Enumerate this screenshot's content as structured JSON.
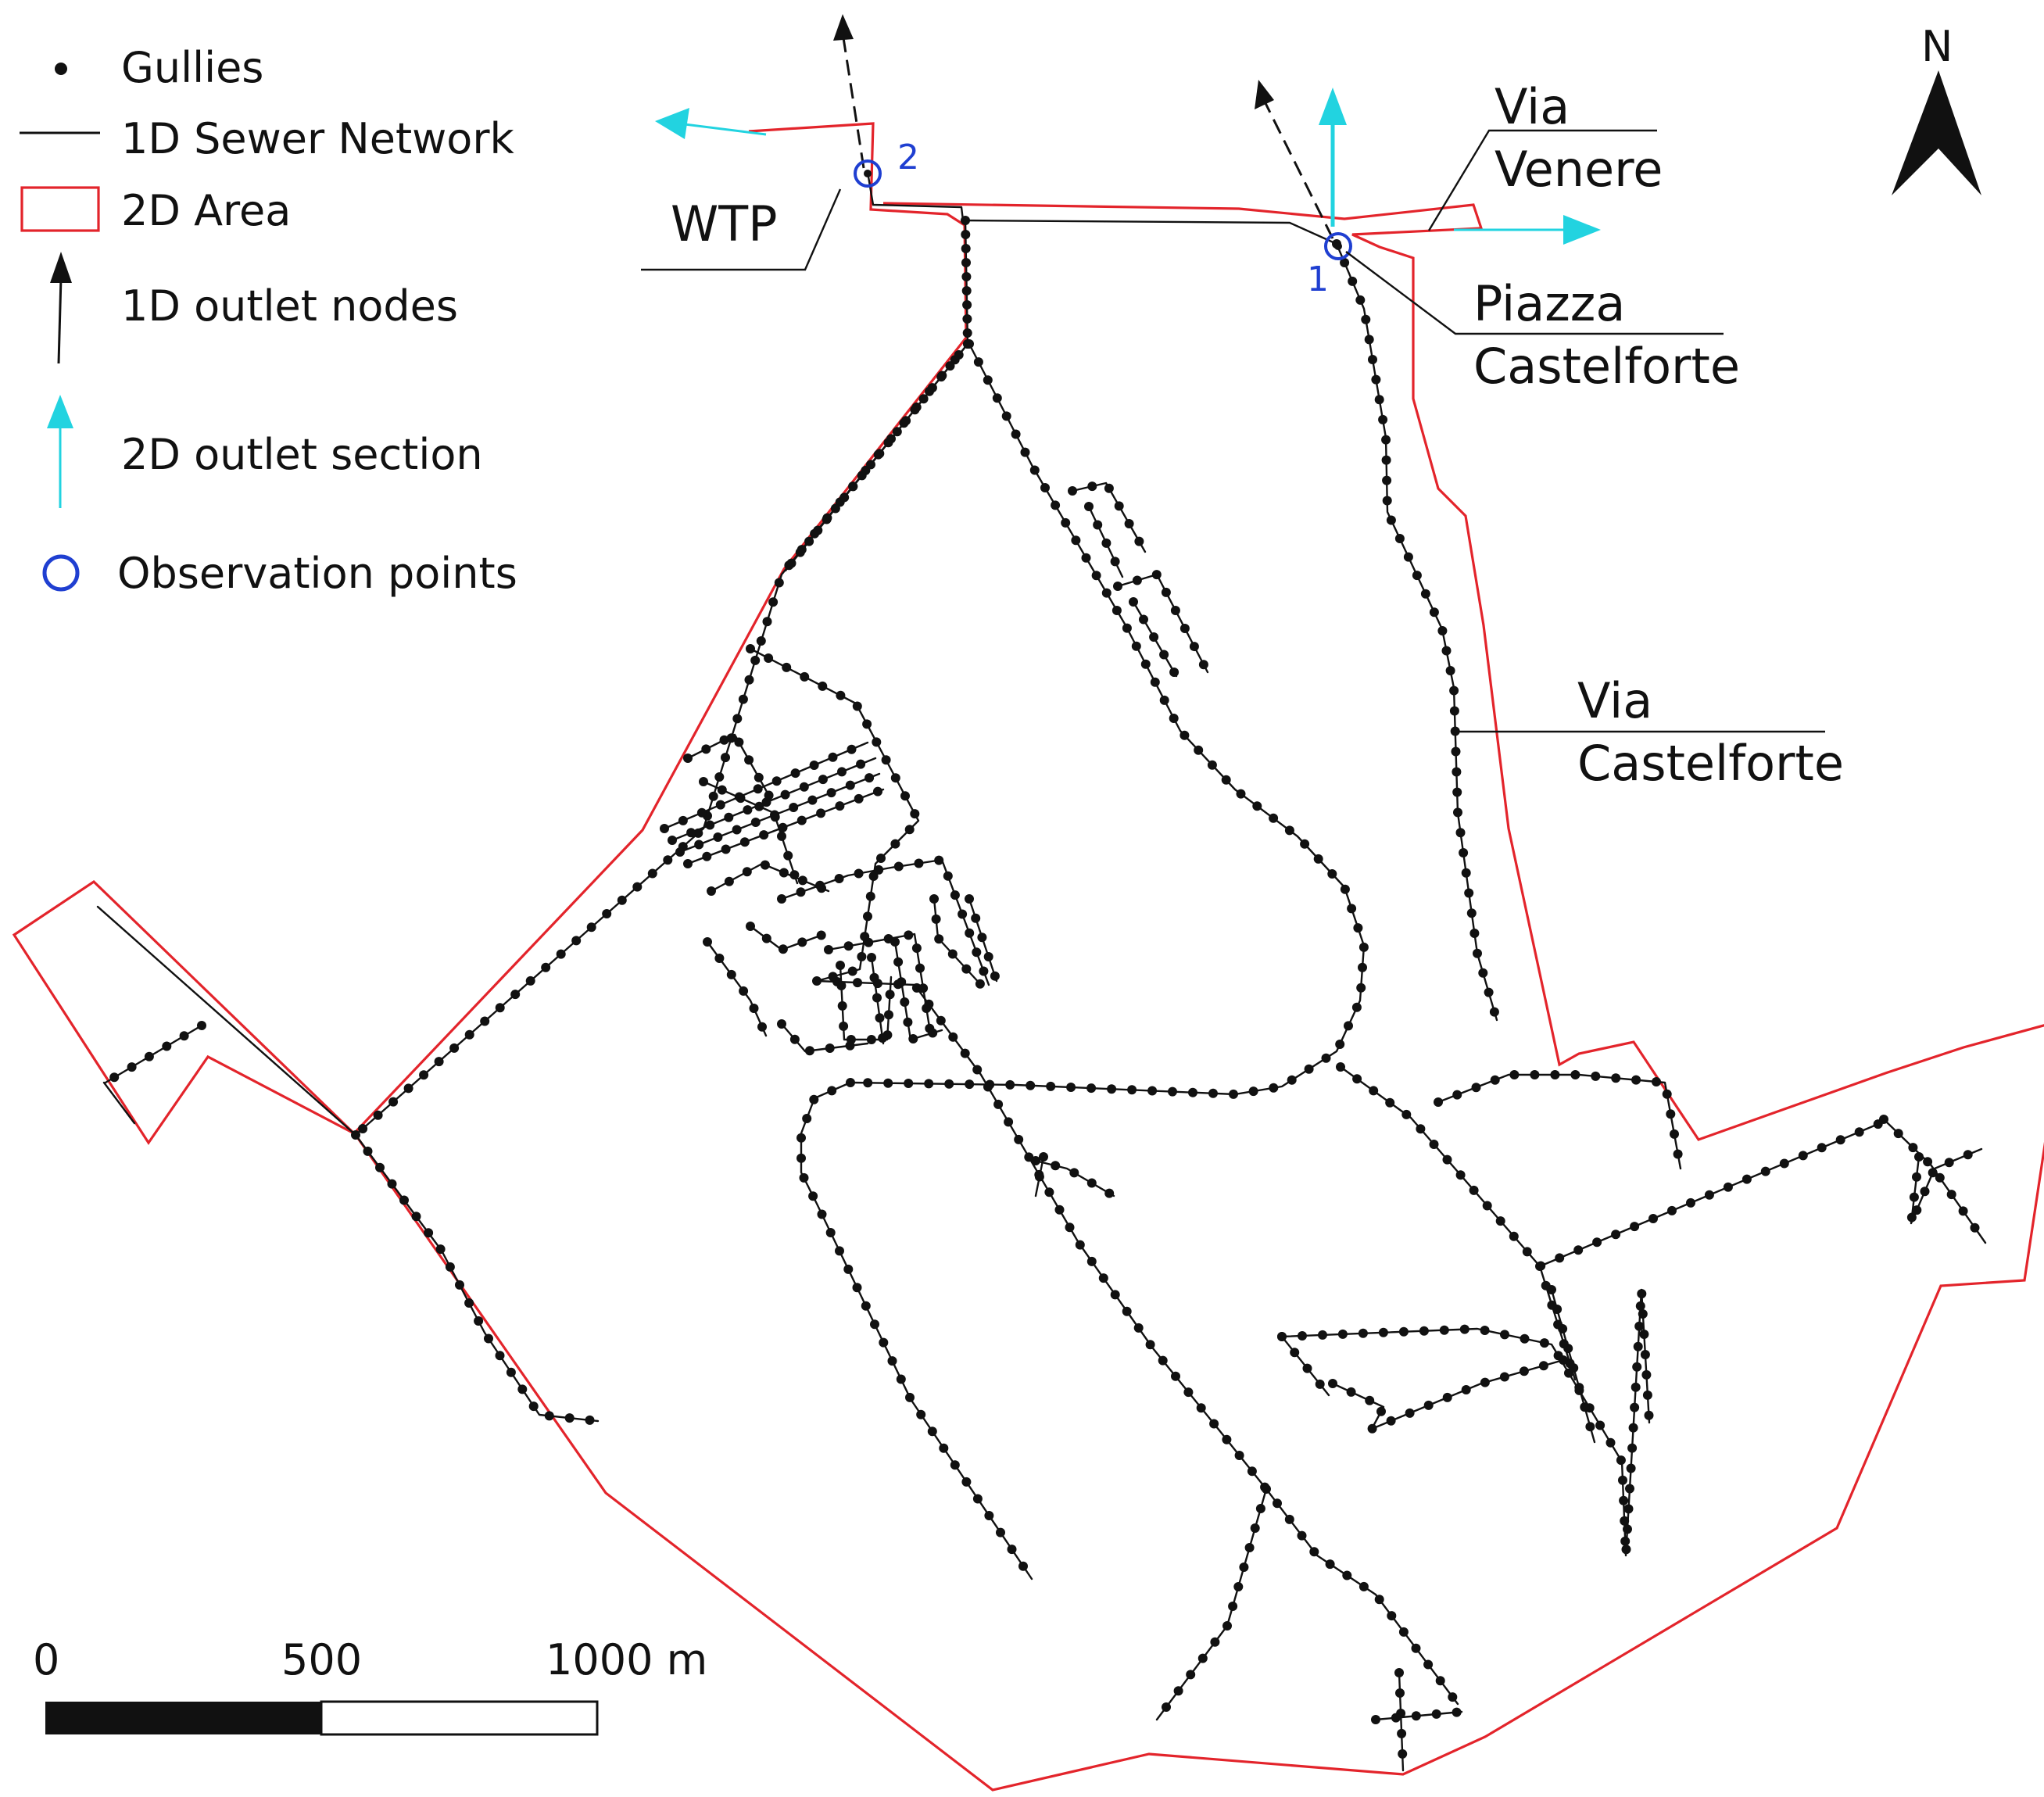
{
  "legend": {
    "gullies": "Gullies",
    "sewer": "1D Sewer Network",
    "area": "2D Area",
    "outlet_nodes": "1D outlet nodes",
    "outlet_section": "2D outlet section",
    "observation": "Observation points"
  },
  "labels": {
    "wtp": "WTP",
    "via_venere_1": "Via",
    "via_venere_2": "Venere",
    "piazza_1": "Piazza",
    "piazza_2": "Castelforte",
    "via_castelforte_1": "Via",
    "via_castelforte_2": "Castelforte",
    "obs_1": "1",
    "obs_2": "2"
  },
  "north": "N",
  "scale": {
    "t0": "0",
    "t1": "500",
    "t2": "1000 m"
  },
  "colors": {
    "area": "#e3242b",
    "outlet_section": "#22d3e0",
    "observation": "#1f3fd1",
    "network": "#111111"
  },
  "icons": [
    "north-arrow-icon",
    "gully-dot-icon",
    "outlet-node-arrow-icon",
    "outlet-section-arrow-icon",
    "observation-circle-icon"
  ]
}
